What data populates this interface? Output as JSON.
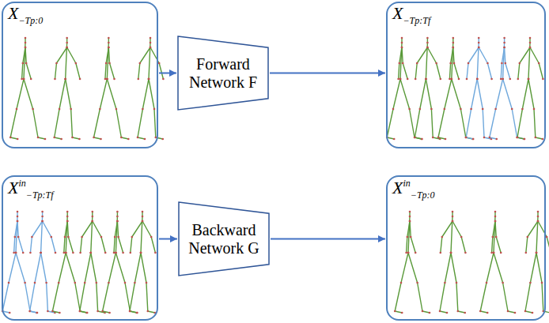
{
  "diagram": {
    "nodes": [
      {
        "text": [
          "X−Tp:0"
        ]
      },
      {
        "text": [
          "Forward Network F"
        ]
      },
      {
        "text": [
          "X−Tp:Tf"
        ]
      },
      {
        "text": [
          "Xin−Tp:Tf"
        ]
      },
      {
        "text": [
          "Backward Network G"
        ]
      },
      {
        "text": [
          "Xin−Tp:0"
        ]
      }
    ],
    "edges": [
      {
        "from": 0,
        "to": 1,
        "arrow": "to"
      },
      {
        "from": 1,
        "to": 2,
        "arrow": "to"
      },
      {
        "from": 3,
        "to": 4,
        "arrow": "to"
      },
      {
        "from": 4,
        "to": 5,
        "arrow": "to"
      }
    ]
  }
}
